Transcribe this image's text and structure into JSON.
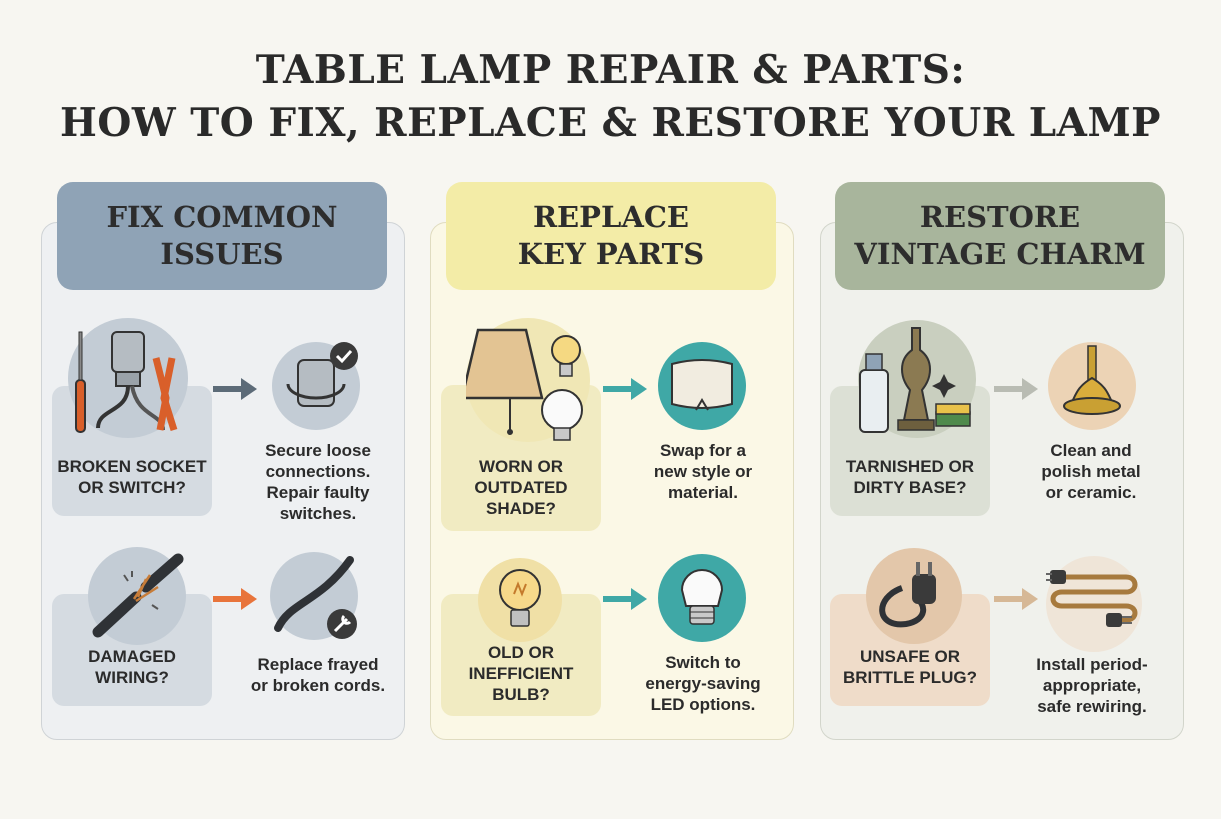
{
  "title": {
    "line1": "TABLE LAMP REPAIR & PARTS:",
    "line2": "HOW TO FIX, REPLACE & RESTORE YOUR LAMP"
  },
  "columns": [
    {
      "header_line1": "FIX COMMON",
      "header_line2": "ISSUES",
      "accent": "#8fa3b6",
      "rows": [
        {
          "problem_lines": [
            "BROKEN SOCKET",
            "OR SWITCH?"
          ],
          "solution_lines": [
            "Secure loose",
            "connections.",
            "Repair faulty",
            "switches."
          ],
          "problem_icon": "socket-tools-icon",
          "solution_icon": "socket-check-icon",
          "arrow_color": "#5c6b78"
        },
        {
          "problem_lines": [
            "DAMAGED",
            "WIRING?"
          ],
          "solution_lines": [
            "Replace frayed",
            "or broken cords."
          ],
          "problem_icon": "frayed-wire-icon",
          "solution_icon": "cord-wrench-icon",
          "arrow_color": "#e8743b"
        }
      ]
    },
    {
      "header_line1": "REPLACE",
      "header_line2": "KEY PARTS",
      "accent": "#f3eca7",
      "rows": [
        {
          "problem_lines": [
            "WORN OR",
            "OUTDATED",
            "SHADE?"
          ],
          "solution_lines": [
            "Swap for a",
            "new style or",
            "material."
          ],
          "problem_icon": "lamp-shade-bulb-icon",
          "solution_icon": "new-shade-icon",
          "arrow_color": "#3fa8a6"
        },
        {
          "problem_lines": [
            "OLD OR",
            "INEFFICIENT",
            "BULB?"
          ],
          "solution_lines": [
            "Switch to",
            "energy-saving",
            "LED options."
          ],
          "problem_icon": "incandescent-bulb-icon",
          "solution_icon": "led-bulb-icon",
          "arrow_color": "#3fa8a6"
        }
      ]
    },
    {
      "header_line1": "RESTORE",
      "header_line2": "VINTAGE CHARM",
      "accent": "#a8b59c",
      "rows": [
        {
          "problem_lines": [
            "TARNISHED OR",
            "DIRTY BASE?"
          ],
          "solution_lines": [
            "Clean and",
            "polish metal",
            "or ceramic."
          ],
          "problem_icon": "cleaning-supplies-icon",
          "solution_icon": "polished-base-icon",
          "arrow_color": "#b9bcb3"
        },
        {
          "problem_lines": [
            "UNSAFE OR",
            "BRITTLE PLUG?"
          ],
          "solution_lines": [
            "Install period-",
            "appropriate,",
            "safe rewiring."
          ],
          "problem_icon": "old-plug-icon",
          "solution_icon": "rewired-plug-icon",
          "arrow_color": "#d6b896"
        }
      ]
    }
  ]
}
